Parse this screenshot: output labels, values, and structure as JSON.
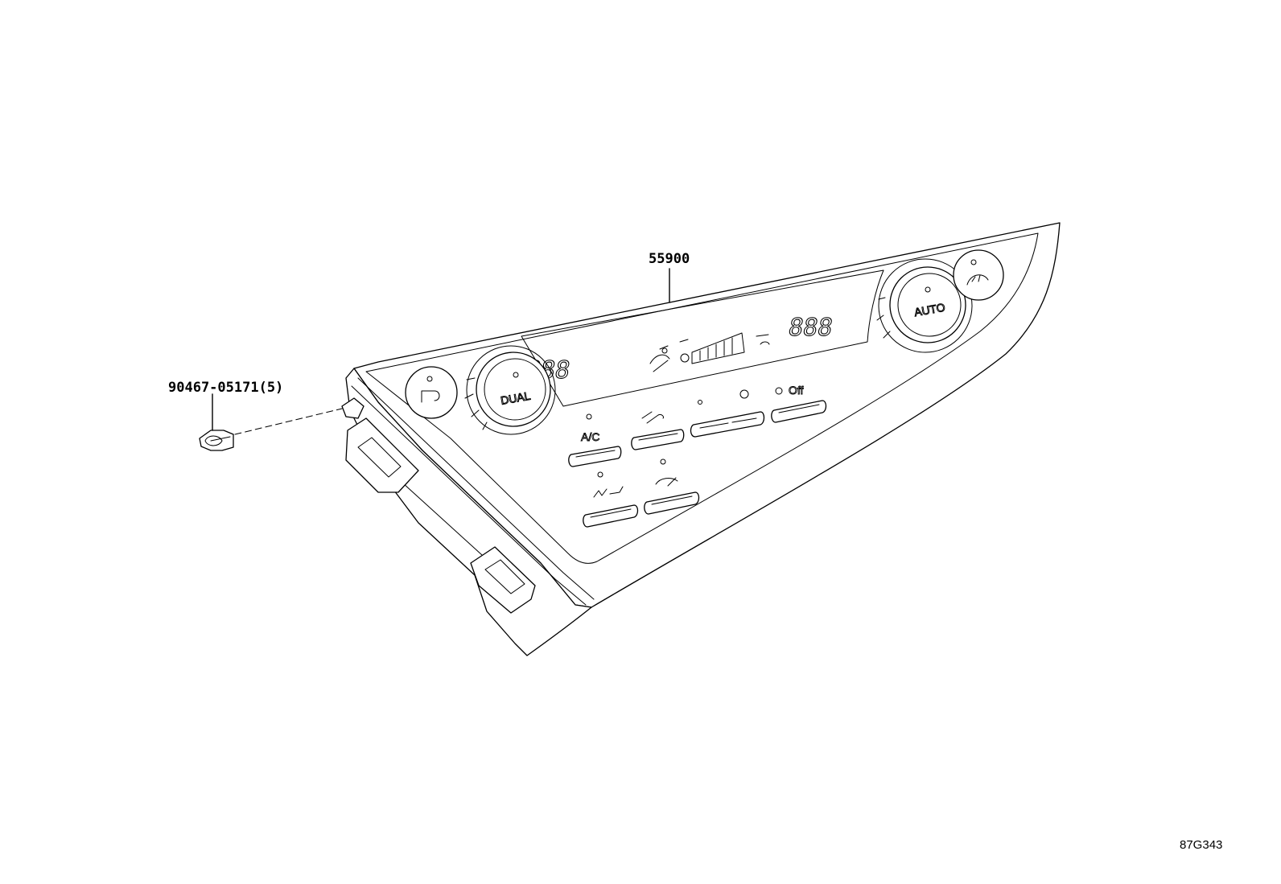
{
  "diagram": {
    "callouts": {
      "panel_part": "55900",
      "clip_part": "90467-05171(5)"
    },
    "reference_code": "87G343",
    "panel": {
      "left_knob_label": "DUAL",
      "right_knob_label": "AUTO",
      "left_temp_display": "888",
      "right_temp_display": "888",
      "button_labels": {
        "ac": "A/C",
        "fan_off": "Off"
      }
    },
    "colors": {
      "line": "#000000",
      "background": "#ffffff"
    }
  }
}
